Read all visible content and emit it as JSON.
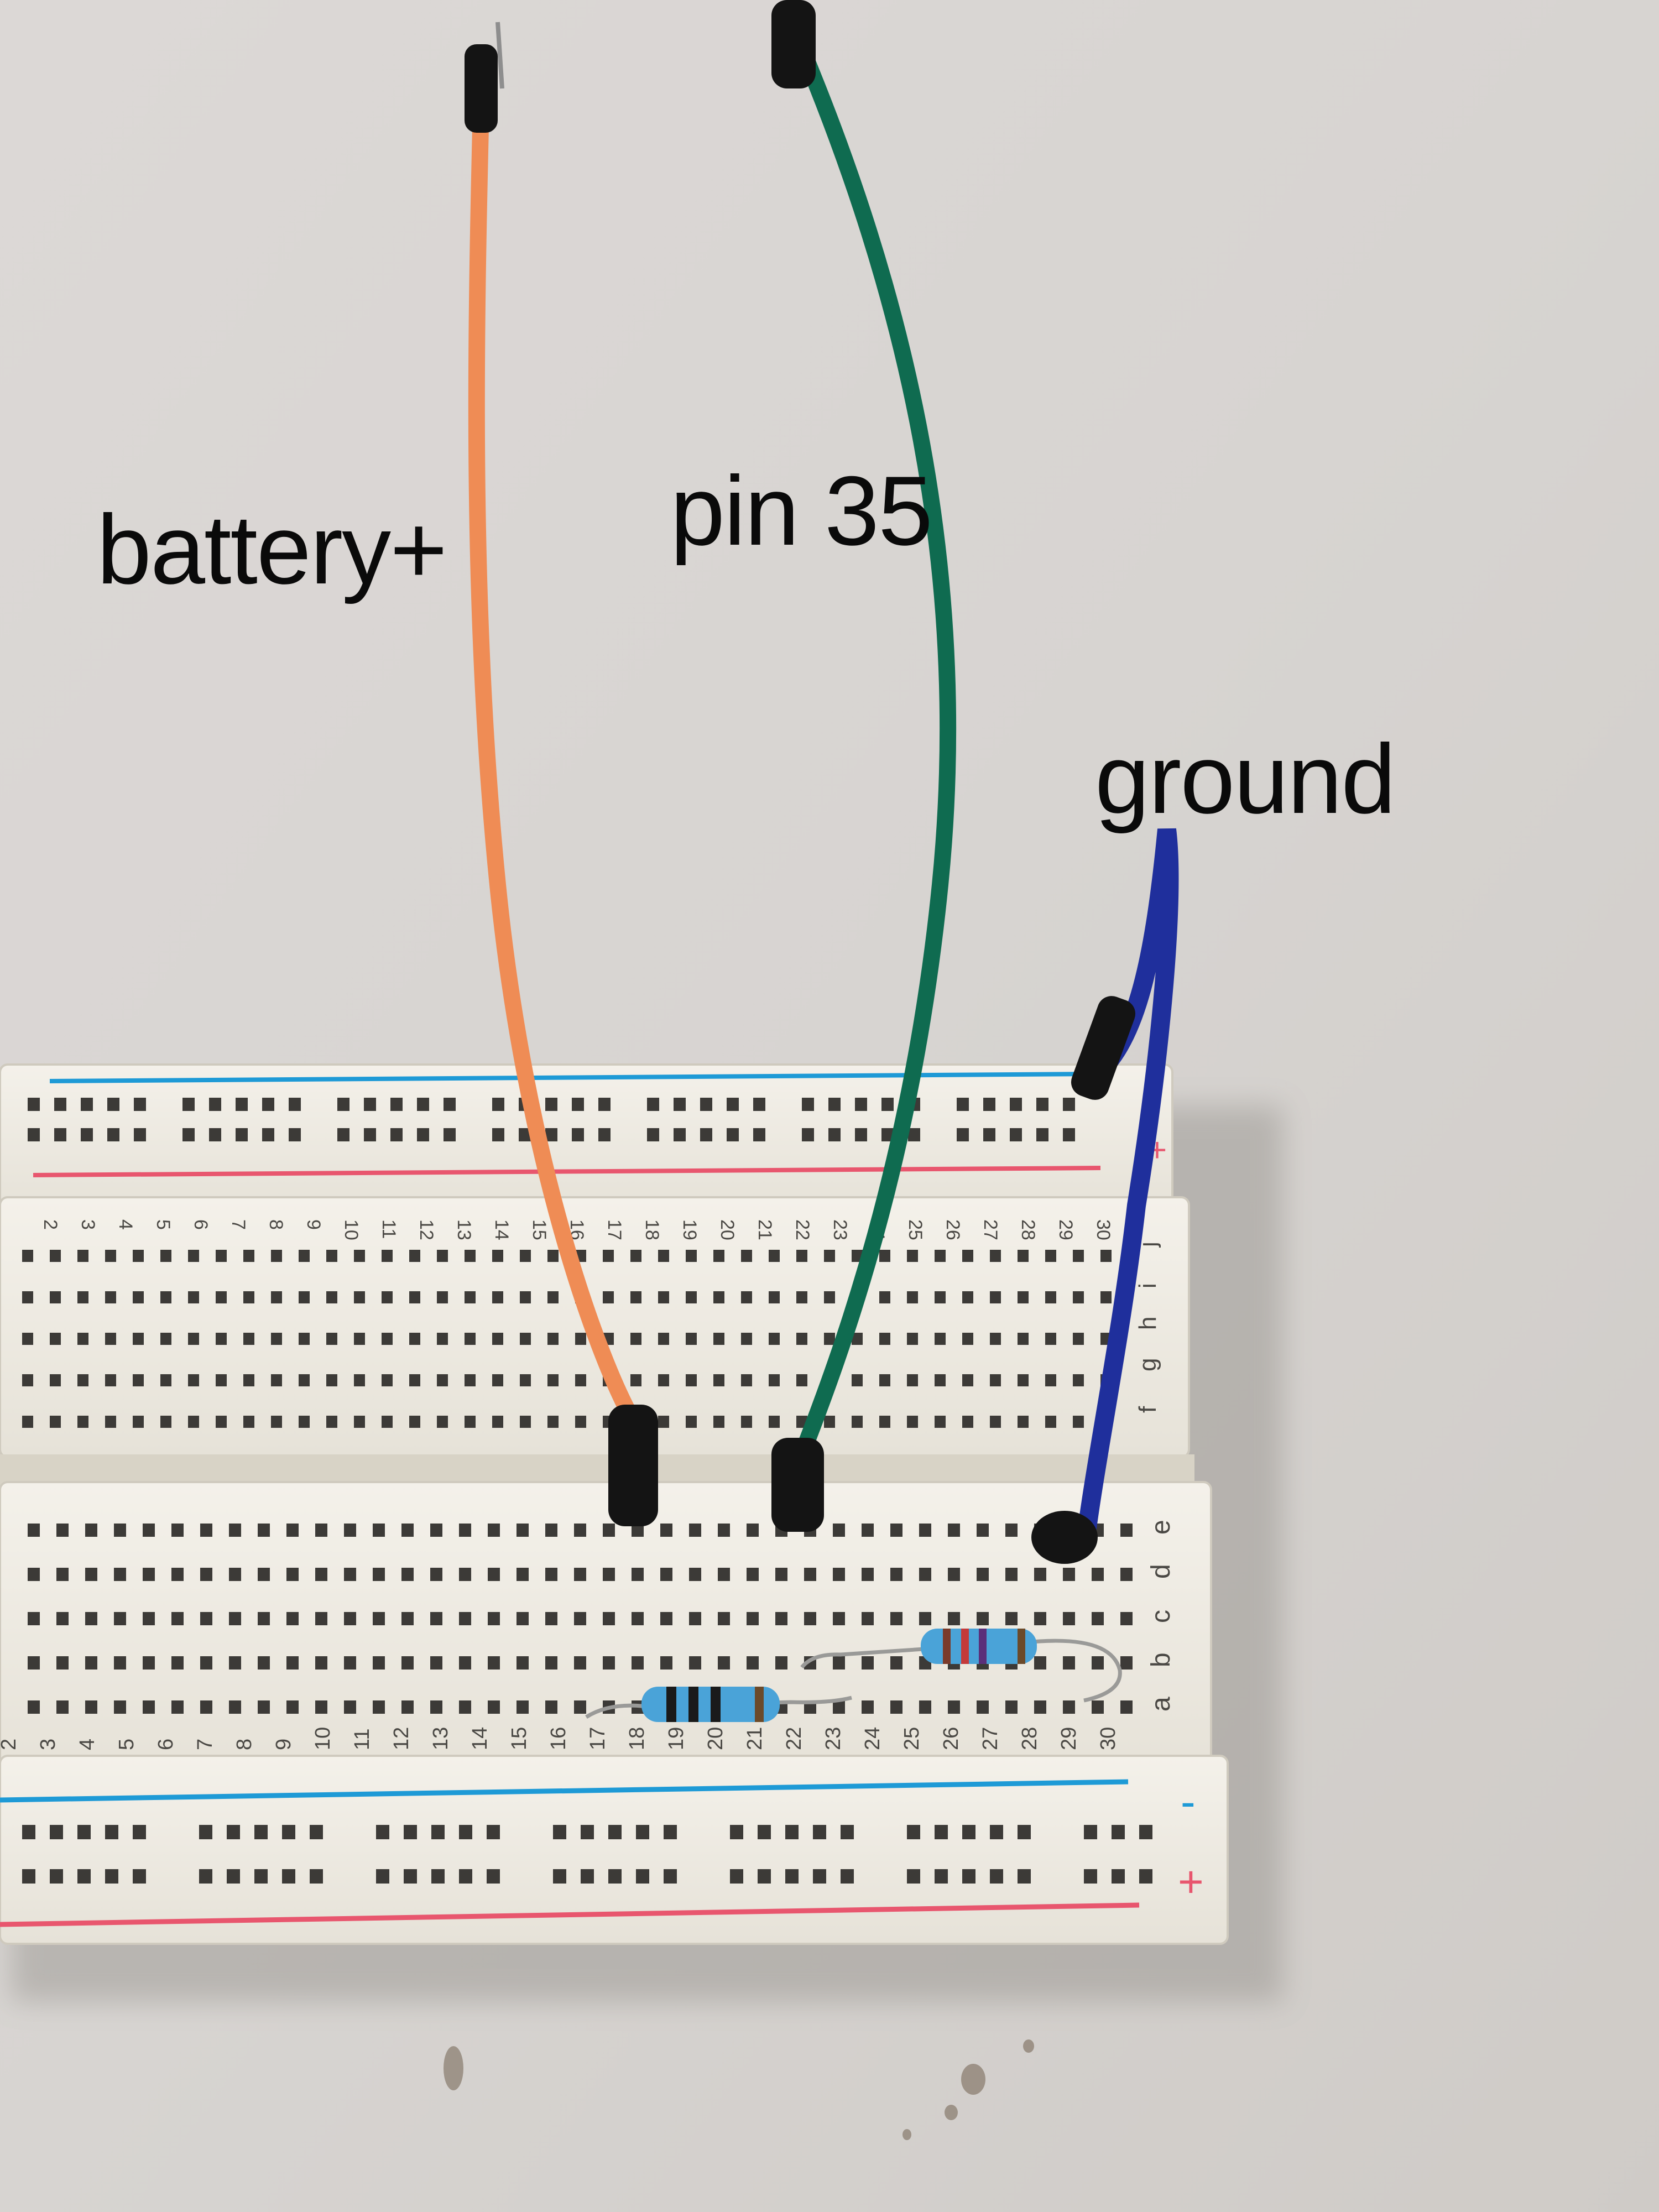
{
  "labels": {
    "battery": "battery+",
    "pin": "pin 35",
    "ground": "ground"
  },
  "wires": [
    {
      "name": "battery-wire",
      "color": "#ef8c55"
    },
    {
      "name": "pin-wire",
      "color": "#0f6b50"
    },
    {
      "name": "ground-wire",
      "color": "#1f2f9c"
    }
  ],
  "breadboard": {
    "column_numbers": [
      "2",
      "3",
      "4",
      "5",
      "6",
      "7",
      "8",
      "9",
      "10",
      "11",
      "12",
      "13",
      "14",
      "15",
      "16",
      "17",
      "18",
      "19",
      "20",
      "21",
      "22",
      "23",
      "24",
      "25",
      "26",
      "27",
      "28",
      "29",
      "30"
    ],
    "row_letters_top": [
      "j",
      "i",
      "h",
      "g",
      "f"
    ],
    "row_letters_bottom": [
      "e",
      "d",
      "c",
      "b",
      "a"
    ],
    "rail_minus": "-",
    "rail_plus": "+",
    "rail_blue": "#1e9ad6",
    "rail_red": "#e8566e"
  },
  "resistors": [
    {
      "name": "resistor-1",
      "body_color": "#4aa3d8"
    },
    {
      "name": "resistor-2",
      "body_color": "#4aa3d8"
    }
  ]
}
